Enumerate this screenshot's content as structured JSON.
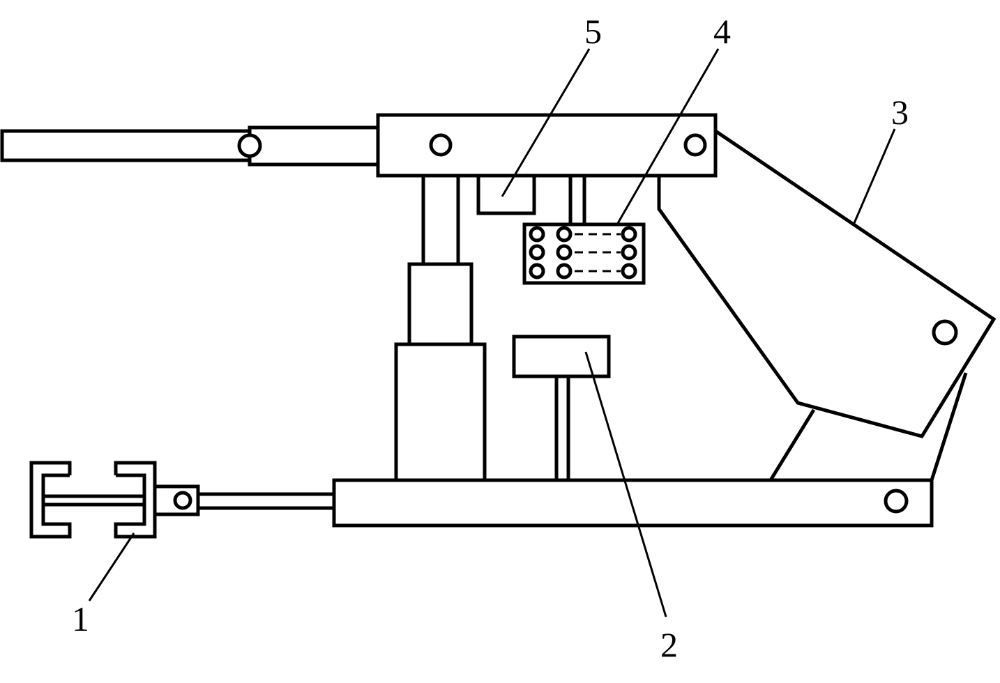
{
  "diagram": {
    "labels": {
      "gripper": "1",
      "pedal": "2",
      "arm": "3",
      "panel": "4",
      "box": "5"
    },
    "stroke_color": "#000000",
    "background_color": "#ffffff"
  }
}
